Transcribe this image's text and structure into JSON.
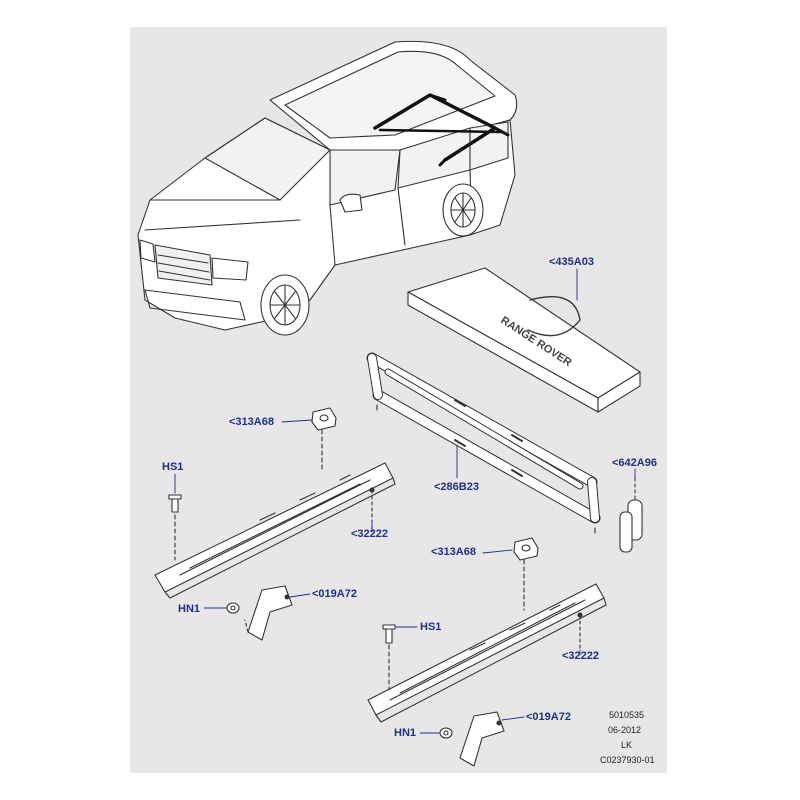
{
  "diagram": {
    "callouts": {
      "mat": "<435A03",
      "rail": "<286B23",
      "fastener": "<642A96",
      "bracket_left": "<313A68",
      "bracket_right": "<313A68",
      "hs1_left": "HS1",
      "hs1_right": "HS1",
      "board_left": "<32222",
      "board_right": "<32222",
      "hn1_left": "HN1",
      "hn1_right": "HN1",
      "clip_left": "<019A72",
      "clip_right": "<019A72"
    },
    "footer": {
      "code": "5010535",
      "date": "06-2012",
      "initials": "LK",
      "ref": "C0237930-01"
    },
    "mat_logo": "RANGE ROVER"
  }
}
